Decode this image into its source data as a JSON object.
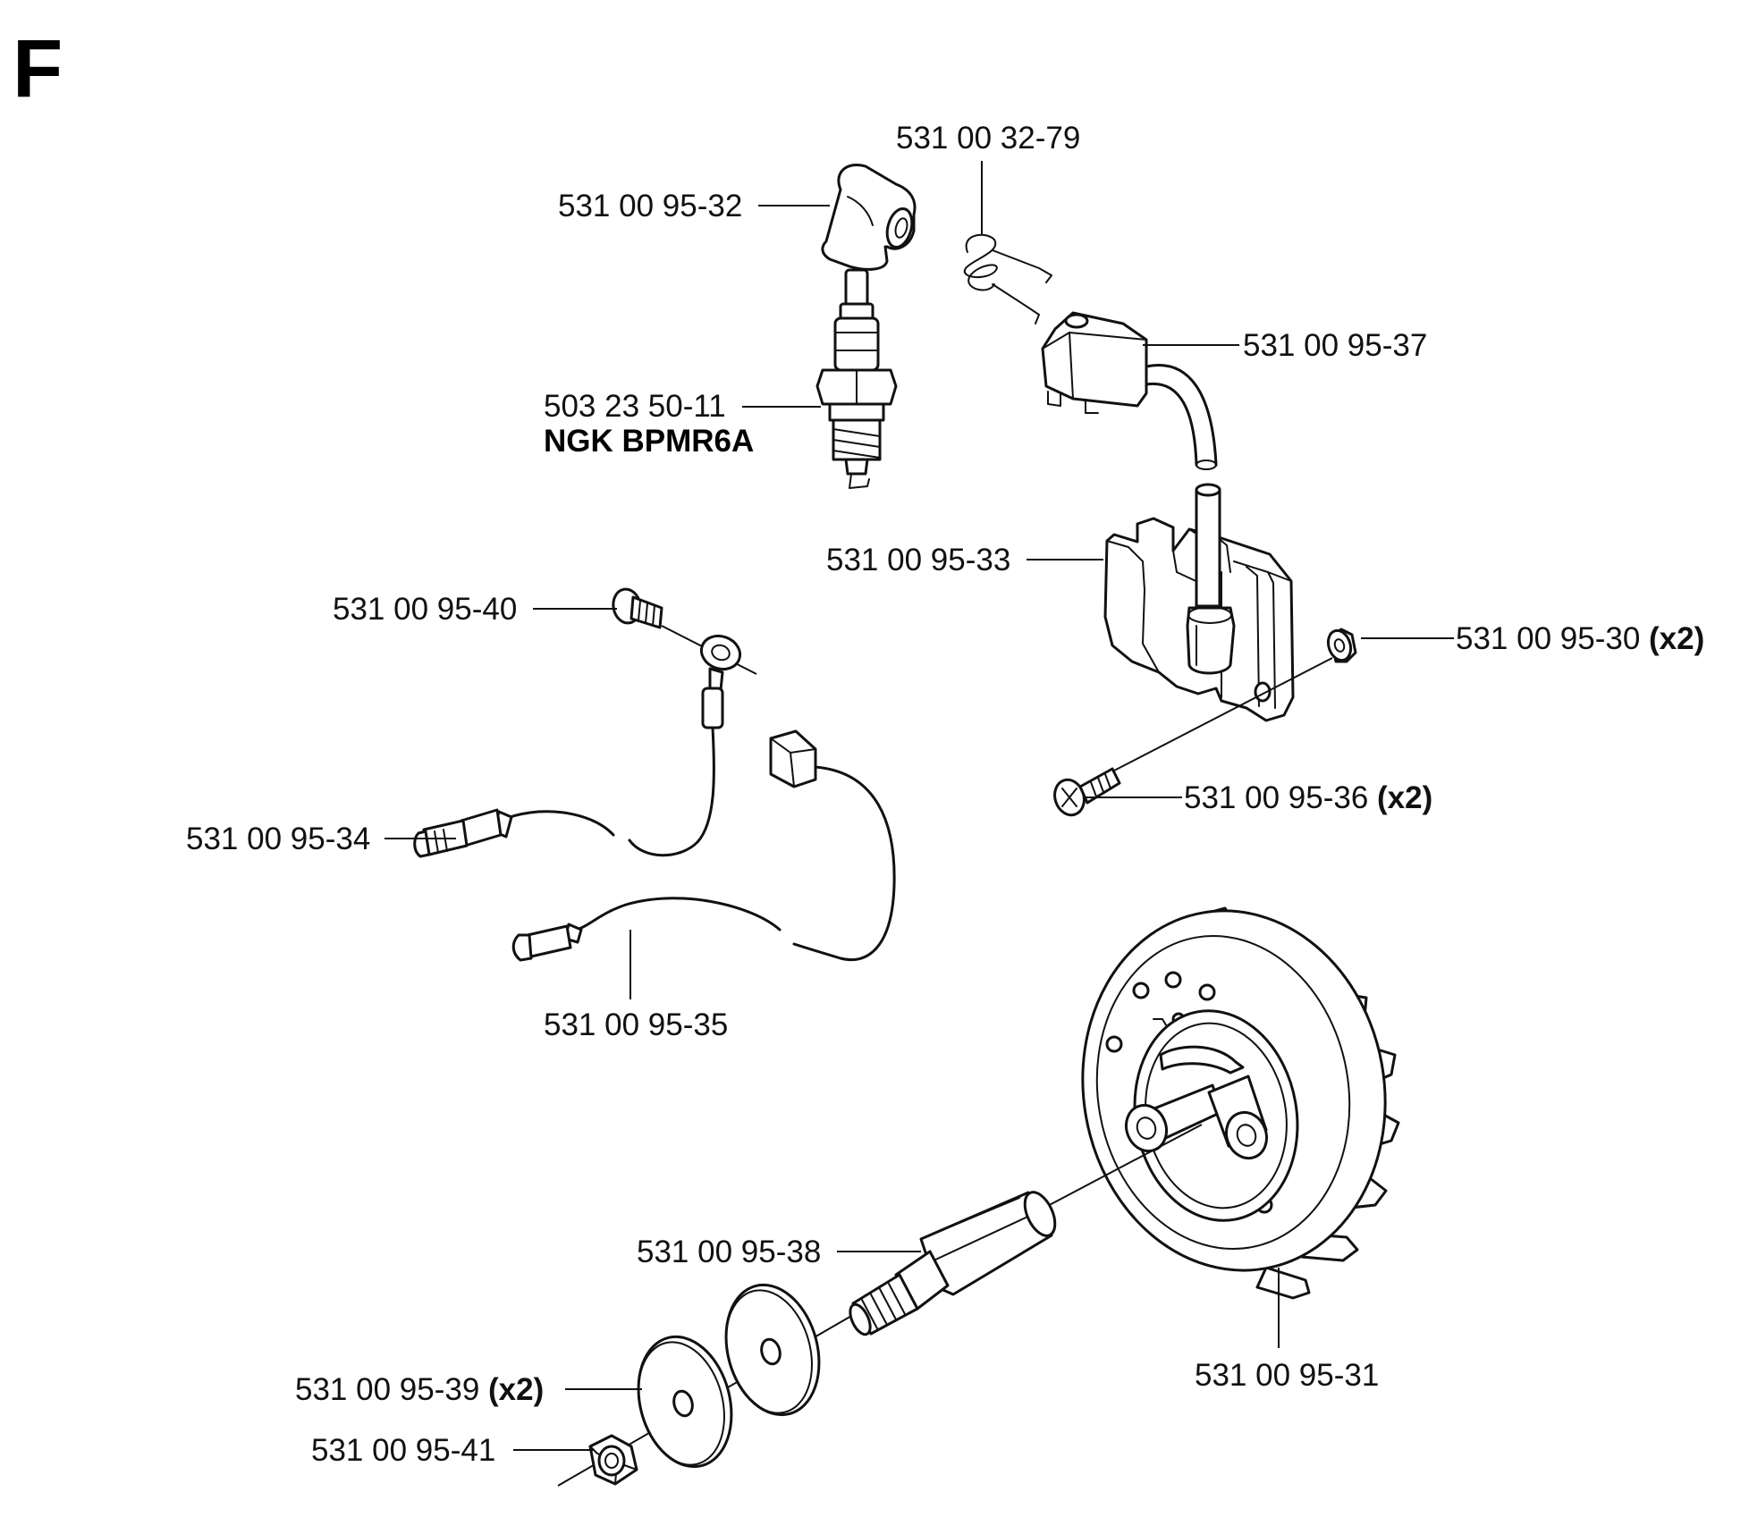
{
  "section_letter": "F",
  "parts": {
    "p3279": {
      "number": "531 00 32-79"
    },
    "p9532": {
      "number": "531 00 95-32"
    },
    "p9537": {
      "number": "531 00 95-37"
    },
    "p5011": {
      "number": "503 23 50-11",
      "spec": "NGK BPMR6A"
    },
    "p9533": {
      "number": "531 00 95-33"
    },
    "p9540": {
      "number": "531 00 95-40"
    },
    "p9530": {
      "number": "531 00 95-30",
      "qty": "(x2)"
    },
    "p9536": {
      "number": "531 00 95-36",
      "qty": "(x2)"
    },
    "p9534": {
      "number": "531 00 95-34"
    },
    "p9535": {
      "number": "531 00 95-35"
    },
    "p9538": {
      "number": "531 00 95-38"
    },
    "p9531": {
      "number": "531 00 95-31"
    },
    "p9539": {
      "number": "531 00 95-39",
      "qty": "(x2)"
    },
    "p9541": {
      "number": "531 00 95-41"
    }
  }
}
